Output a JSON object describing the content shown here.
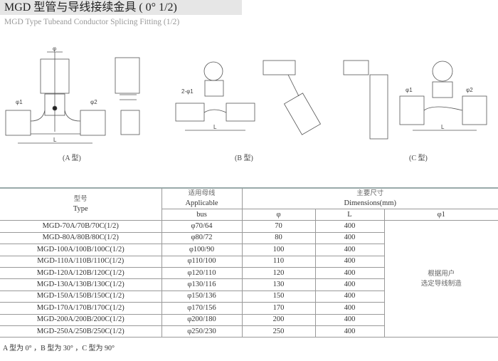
{
  "header": {
    "title": "MGD 型管与导线接续金具 ( 0°   1/2)",
    "subtitle": "MGD Type Tubeand Conductor Splicing Fitting (1/2)"
  },
  "drawings": {
    "a": {
      "caption": "(A 型)",
      "phi": "φ",
      "phi1": "φ1",
      "phi2": "φ2",
      "L": "L"
    },
    "b": {
      "caption": "(B 型)",
      "phi1": "2-φ1",
      "L": "L"
    },
    "c": {
      "caption": "(C 型)",
      "phi1": "φ1",
      "phi2": "φ2",
      "L": "L"
    }
  },
  "table": {
    "headers": {
      "type_cn": "型号",
      "type_en": "Type",
      "bus_cn": "适用母线",
      "bus_en1": "Applicable",
      "bus_en2": "bus",
      "dim_cn": "主要尺寸",
      "dim_en": "Dimensions(mm)",
      "phi": "φ",
      "L": "L",
      "phi1": "φ1"
    },
    "note_cn1": "根据用户",
    "note_cn2": "选定导线制造",
    "rows": [
      {
        "type": "MGD-70A/70B/70C(1/2)",
        "bus": "φ70/64",
        "phi": "70",
        "L": "400"
      },
      {
        "type": "MGD-80A/80B/80C(1/2)",
        "bus": "φ80/72",
        "phi": "80",
        "L": "400"
      },
      {
        "type": "MGD-100A/100B/100C(1/2)",
        "bus": "φ100/90",
        "phi": "100",
        "L": "400"
      },
      {
        "type": "MGD-110A/110B/110C(1/2)",
        "bus": "φ110/100",
        "phi": "110",
        "L": "400"
      },
      {
        "type": "MGD-120A/120B/120C(1/2)",
        "bus": "φ120/110",
        "phi": "120",
        "L": "400"
      },
      {
        "type": "MGD-130A/130B/130C(1/2)",
        "bus": "φ130/116",
        "phi": "130",
        "L": "400"
      },
      {
        "type": "MGD-150A/150B/150C(1/2)",
        "bus": "φ150/136",
        "phi": "150",
        "L": "400"
      },
      {
        "type": "MGD-170A/170B/170C(1/2)",
        "bus": "φ170/156",
        "phi": "170",
        "L": "400"
      },
      {
        "type": "MGD-200A/200B/200C(1/2)",
        "bus": "φ200/180",
        "phi": "200",
        "L": "400"
      },
      {
        "type": "MGD-250A/250B/250C(1/2)",
        "bus": "φ250/230",
        "phi": "250",
        "L": "400"
      }
    ]
  },
  "footer": {
    "note": "A 型为 0°  ，B 型为 30°  ，C 型为 90°"
  }
}
